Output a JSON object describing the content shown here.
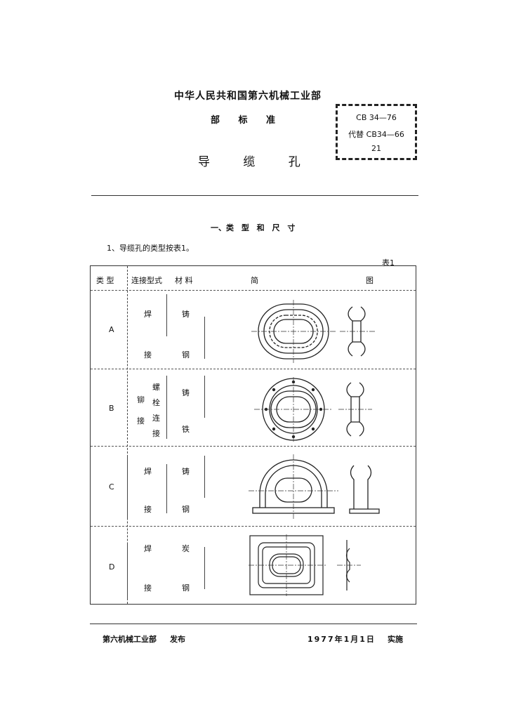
{
  "header": {
    "ministry": "中华人民共和国第六机械工业部",
    "standard_kind": "部 标 准",
    "title": "导 缆 孔"
  },
  "code_box": {
    "code": "CB 34—76",
    "replaces": "代替 CB34—66",
    "page": "21"
  },
  "section_heading": "一、类 型 和 尺 寸",
  "paragraph": "1、导缆孔的类型按表1。",
  "table": {
    "label": "表1",
    "headers": {
      "type": "类 型",
      "connection": "连接型式",
      "material": "材 料",
      "diagram_left": "简",
      "diagram_right": "图"
    },
    "rows": [
      {
        "type": "A",
        "conn_top": "焊",
        "conn_bottom": "接",
        "mat_top": "铸",
        "mat_bottom": "钢"
      },
      {
        "type": "B",
        "conn_a": "螺",
        "conn_b": "栓",
        "conn_c": "连",
        "conn_d": "接",
        "conn_e": "铆",
        "conn_f": "接",
        "mat_top": "铸",
        "mat_bottom": "铁"
      },
      {
        "type": "C",
        "conn_top": "焊",
        "conn_bottom": "接",
        "mat_top": "铸",
        "mat_bottom": "钢"
      },
      {
        "type": "D",
        "conn_top": "焊",
        "conn_bottom": "接",
        "mat_top": "炭",
        "mat_bottom": "钢"
      }
    ]
  },
  "footer": {
    "publisher": "第六机械工业部",
    "publish": "发布",
    "date": "1977年1月1日",
    "implement": "实施"
  }
}
